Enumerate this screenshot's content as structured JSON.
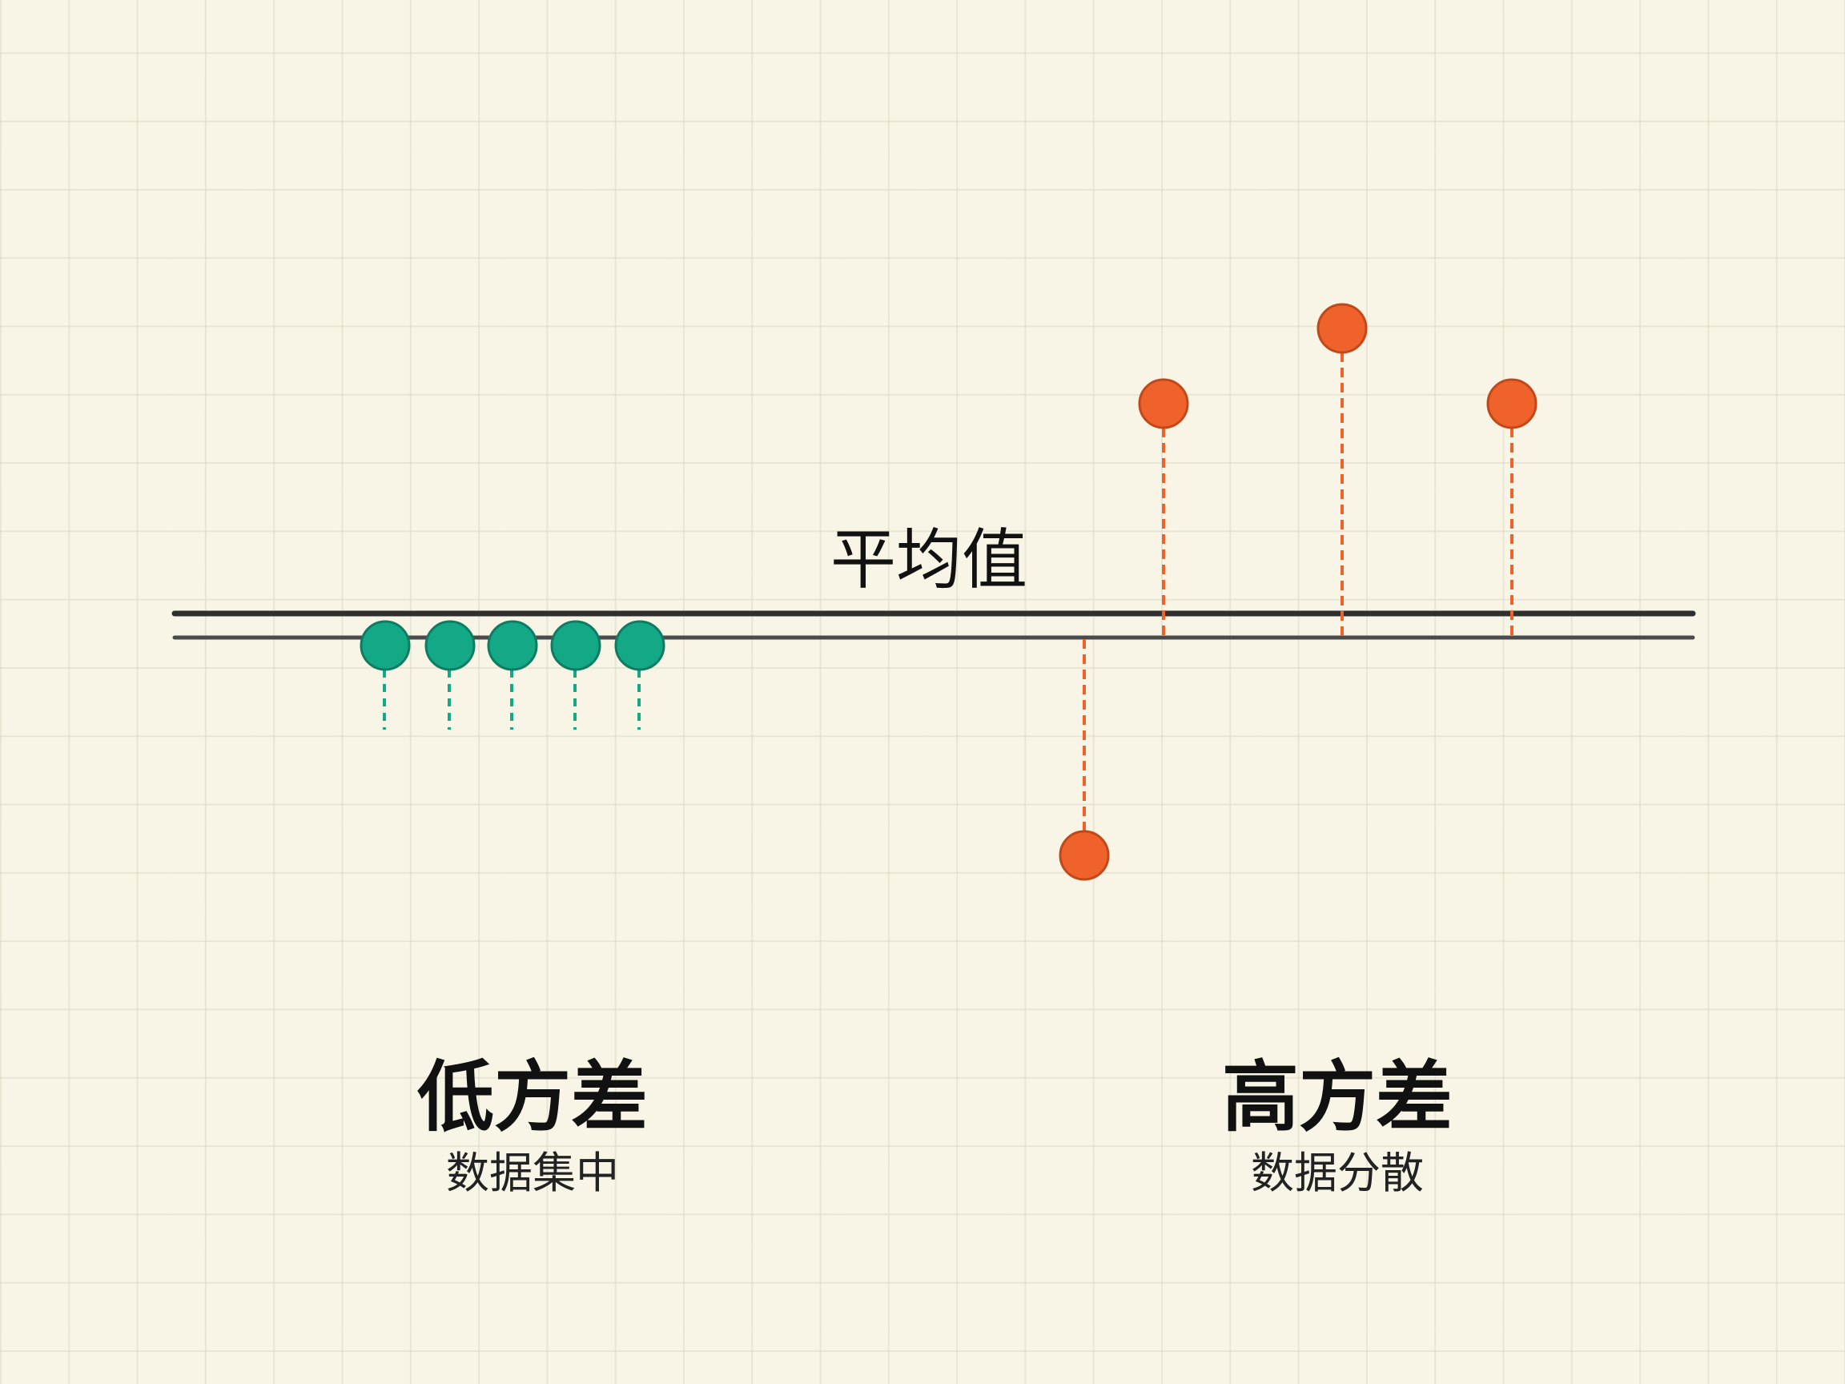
{
  "mean_label": "平均值",
  "low_variance": {
    "title": "低方差",
    "subtitle": "数据集中",
    "color": "#13a886",
    "points": [
      0,
      0,
      0,
      0,
      0
    ]
  },
  "high_variance": {
    "title": "高方差",
    "subtitle": "数据分散",
    "color": "#f0622c",
    "points": [
      -3,
      3,
      4,
      3
    ]
  },
  "colors": {
    "line": "#2f2f2f",
    "background": "#f8f5e6",
    "grid": "#e2dec8"
  }
}
